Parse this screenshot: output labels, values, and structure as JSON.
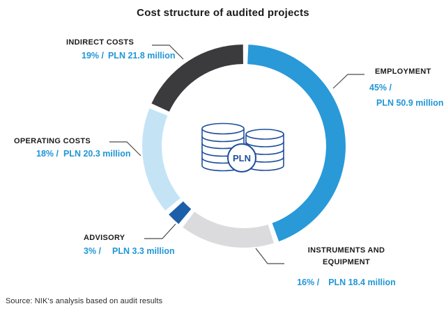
{
  "title": "Cost structure of audited projects",
  "source": "Source: NIK‘s analysis based on audit results",
  "center_icon": {
    "name": "coin-stacks-icon",
    "label": "PLN"
  },
  "colors": {
    "background": "#ffffff",
    "title_text": "#1a1a1a",
    "value_text_blue": "#2196d6",
    "callout_line": "#4a4a4a",
    "icon_navy": "#1d4e9c"
  },
  "chart_data": {
    "type": "pie",
    "subtype": "donut",
    "title": "Cost structure of audited projects",
    "unit": "PLN million",
    "start_angle_deg": 1,
    "gap_deg": 3,
    "legend_position": "callout-labels",
    "series": [
      {
        "key": "employment",
        "label": "EMPLOYMENT",
        "pct": 45,
        "pct_label": "45% /",
        "value_mln": 50.9,
        "amount_label": "PLN 50.9 million",
        "color": "#2999d8"
      },
      {
        "key": "instruments-and-equipment",
        "label": "INSTRUMENTS AND EQUIPMENT",
        "pct": 16,
        "pct_label": "16% /",
        "value_mln": 18.4,
        "amount_label": "PLN 18.4 million",
        "color": "#dbdbdd"
      },
      {
        "key": "advisory",
        "label": "ADVISORY",
        "pct": 3,
        "pct_label": "3% /",
        "value_mln": 3.3,
        "amount_label": "PLN 3.3 million",
        "color": "#1c5fa8"
      },
      {
        "key": "operating-costs",
        "label": "OPERATING COSTS",
        "pct": 18,
        "pct_label": "18% /",
        "value_mln": 20.3,
        "amount_label": "PLN 20.3 million",
        "color": "#c4e4f6"
      },
      {
        "key": "indirect-costs",
        "label": "INDIRECT COSTS",
        "pct": 19,
        "pct_label": "19% /",
        "value_mln": 21.8,
        "amount_label": "PLN 21.8 million",
        "color": "#3b3b3d"
      }
    ],
    "geometry": {
      "cx": 350,
      "cy": 210,
      "outer_r": 146,
      "inner_r": 118
    }
  }
}
